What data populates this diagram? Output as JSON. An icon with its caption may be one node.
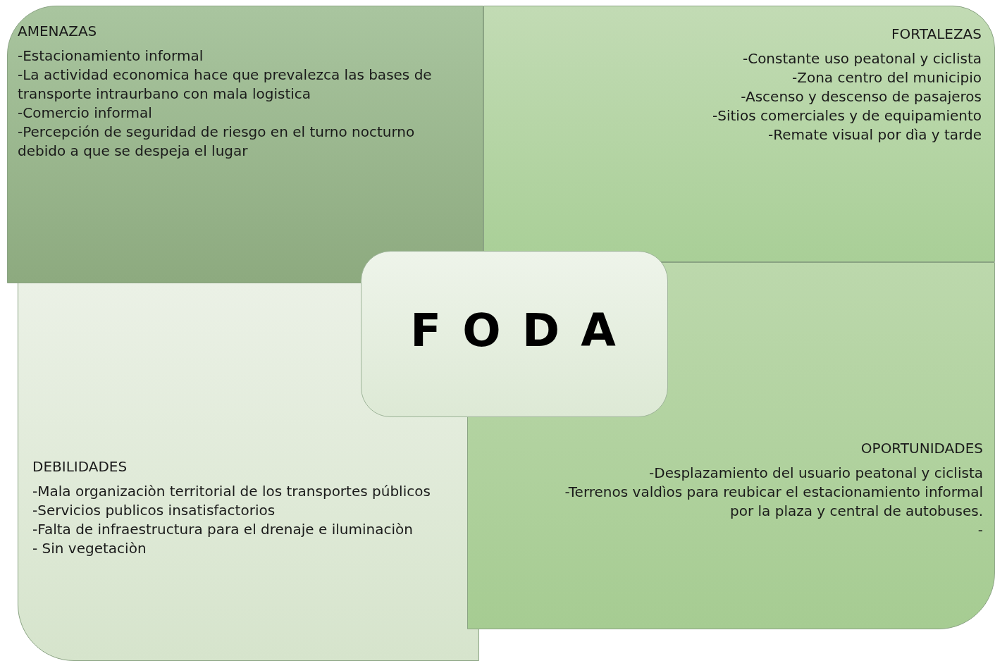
{
  "diagram": {
    "nodes": [
      {
        "text": [
          "AMENAZAS",
          "-Estacionamiento informal",
          "-La actividad economica hace que prevalezca las bases de transporte intraurbano con mala logistica",
          "-Comercio informal",
          "-Percepción de seguridad de riesgo en el turno nocturno debido a que se despeja el lugar"
        ]
      },
      {
        "text": [
          "FORTALEZAS",
          "-Constante uso peatonal y ciclista",
          "-Zona centro del municipio",
          "-Ascenso y descenso de pasajeros",
          "-Sitios comerciales y de equipamiento",
          "-Remate visual por dìa y tarde"
        ]
      },
      {
        "text": [
          "F O D A"
        ]
      },
      {
        "text": [
          "DEBILIDADES",
          "-Mala organizaciòn territorial de los transportes públicos",
          "-Servicios publicos insatisfactorios",
          "-Falta de infraestructura para el drenaje e iluminaciòn",
          "- Sin vegetaciòn"
        ]
      },
      {
        "text": [
          "OPORTUNIDADES",
          "-Desplazamiento del usuario peatonal y ciclista",
          "-Terrenos valdìos para reubicar el estacionamiento informal por la plaza y central de autobuses.",
          "-"
        ]
      }
    ]
  }
}
